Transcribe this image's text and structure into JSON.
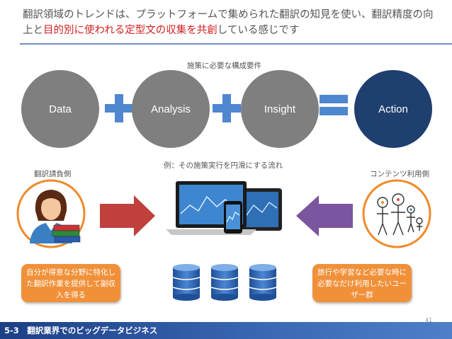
{
  "header": {
    "title_part1": "翻訳領域のトレンドは、プラットフォームで集められた翻訳の知見を使い、翻訳精度の向上と",
    "title_highlight": "目的別に使われる定型文の収集を共創",
    "title_part2": "している感じです"
  },
  "flow": {
    "caption": "施策に必要な構成要件",
    "steps": [
      "Data",
      "Analysis",
      "Insight",
      "Action"
    ]
  },
  "example": {
    "caption": "例：その施策実行を円滑にする流れ",
    "left_label": "翻訳請負側",
    "right_label": "コンテンツ利用側",
    "left_note": "自分が得意な分野に特化した翻訳作業を提供して副収入を得る",
    "right_note": "旅行や学習など必要な時に必要なだけ利用したいユーザー群"
  },
  "footer": {
    "text": "5-3　翻訳業界でのビッグデータビジネス",
    "page_number": "41"
  },
  "colors": {
    "circle_gray": "#7f7f7f",
    "action_navy": "#1f3f6e",
    "plus_blue": "#4f86d0",
    "arrow_red": "#c0403c",
    "arrow_purple": "#7b559f",
    "note_orange": "#f0913a",
    "highlight_red": "#d32020",
    "footer_blue": "#2b55a0"
  }
}
